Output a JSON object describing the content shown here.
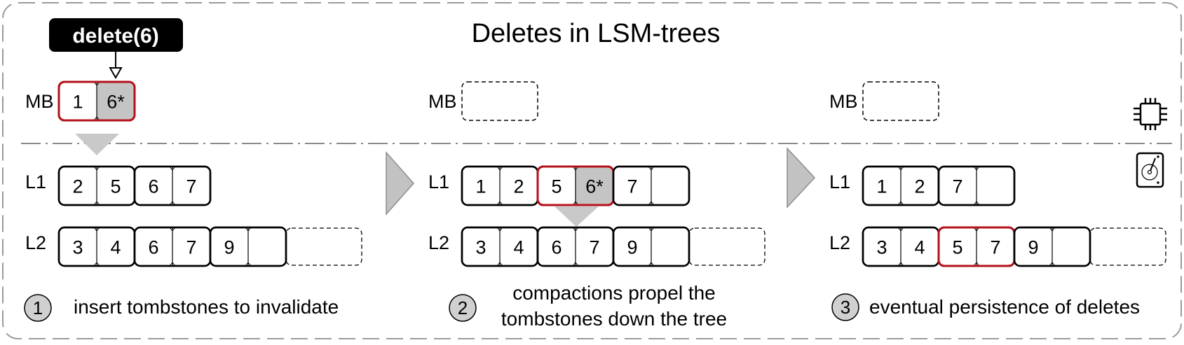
{
  "title": "Deletes in LSM-trees",
  "command": "delete(6)",
  "icons": {
    "memory": "cpu-chip-icon",
    "disk": "hard-drive-icon"
  },
  "colors": {
    "highlight": "#b3121b",
    "tombstone": "#c4c4c4",
    "frame": "#999999",
    "arrow": "#bdbdbd"
  },
  "panels": [
    {
      "id": "p1",
      "mb": {
        "label": "MB",
        "cells": [
          "1",
          "6*"
        ]
      },
      "l1": {
        "label": "L1",
        "files": [
          [
            "2",
            "5"
          ],
          [
            "6",
            "7"
          ]
        ]
      },
      "l2": {
        "label": "L2",
        "files": [
          [
            "3",
            "4"
          ],
          [
            "6",
            "7"
          ],
          [
            "9",
            ""
          ]
        ]
      },
      "step": {
        "num": "1",
        "lines": [
          "insert tombstones to invalidate"
        ]
      }
    },
    {
      "id": "p2",
      "mb": {
        "label": "MB",
        "cells": []
      },
      "l1": {
        "label": "L1",
        "files": [
          [
            "1",
            "2"
          ],
          [
            "5",
            "6*"
          ],
          [
            "7",
            ""
          ]
        ]
      },
      "l2": {
        "label": "L2",
        "files": [
          [
            "3",
            "4"
          ],
          [
            "6",
            "7"
          ],
          [
            "9",
            ""
          ]
        ]
      },
      "step": {
        "num": "2",
        "lines": [
          "compactions propel the",
          "tombstones down the tree"
        ]
      }
    },
    {
      "id": "p3",
      "mb": {
        "label": "MB",
        "cells": []
      },
      "l1": {
        "label": "L1",
        "files": [
          [
            "1",
            "2"
          ],
          [
            "7",
            ""
          ]
        ]
      },
      "l2": {
        "label": "L2",
        "files": [
          [
            "3",
            "4"
          ],
          [
            "5",
            "7"
          ],
          [
            "9",
            ""
          ]
        ]
      },
      "step": {
        "num": "3",
        "lines": [
          "eventual persistence of deletes"
        ]
      }
    }
  ]
}
